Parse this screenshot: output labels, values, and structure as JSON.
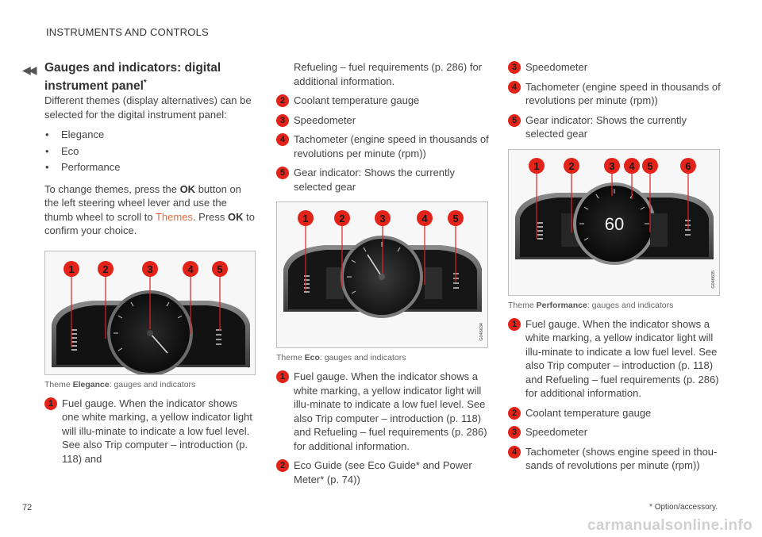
{
  "header": {
    "section": "INSTRUMENTS AND CONTROLS",
    "back_mark": "◀◀"
  },
  "col1": {
    "title": "Gauges and indicators: digital instrument panel",
    "title_mark": "*",
    "intro": "Different themes (display alternatives) can be selected for the digital instrument panel:",
    "themes": [
      "Elegance",
      "Eco",
      "Performance"
    ],
    "bullet_glyph": "•",
    "instr_1": "To change themes, press the",
    "instr_ok1": "OK",
    "instr_2": "button on the left steering wheel lever and use the thumb wheel to scroll to",
    "instr_themes": "Themes",
    "instr_3": ". Press",
    "instr_ok2": "OK",
    "instr_4": "to confirm your choice.",
    "figure": {
      "badges": [
        "1",
        "2",
        "3",
        "4",
        "5"
      ],
      "id": "G046633"
    },
    "caption_prefix": "Theme",
    "caption_name": "Elegance",
    "caption_suffix": ": gauges and indicators",
    "items": [
      {
        "num": "1",
        "text": "Fuel gauge. When the indicator shows one white marking, a yellow indicator light will illu-minate to indicate a low fuel level. See also Trip computer – introduction (p. 118) and"
      }
    ]
  },
  "col2": {
    "items_top": [
      {
        "num": "",
        "text": "Refueling – fuel requirements (p. 286) for additional information."
      },
      {
        "num": "2",
        "text": "Coolant temperature gauge"
      },
      {
        "num": "3",
        "text": "Speedometer"
      },
      {
        "num": "4",
        "text": "Tachometer (engine speed in thousands of revolutions per minute (rpm))"
      },
      {
        "num": "5",
        "text": "Gear indicator: Shows the currently selected gear"
      }
    ],
    "figure": {
      "badges": [
        "1",
        "2",
        "3",
        "4",
        "5"
      ],
      "id": "G046634"
    },
    "caption_prefix": "Theme",
    "caption_name": "Eco",
    "caption_suffix": ": gauges and indicators",
    "items_bottom": [
      {
        "num": "1",
        "text": "Fuel gauge. When the indicator shows a white marking, a yellow indicator light will illu-minate to indicate a low fuel level. See also Trip computer – introduction (p. 118) and Refueling – fuel requirements (p. 286) for additional information."
      },
      {
        "num": "2",
        "text": "Eco Guide (see Eco Guide* and Power Meter* (p. 74))"
      }
    ]
  },
  "col3": {
    "items_top": [
      {
        "num": "3",
        "text": "Speedometer"
      },
      {
        "num": "4",
        "text": "Tachometer (engine speed in thousands of revolutions per minute (rpm))"
      },
      {
        "num": "5",
        "text": "Gear indicator: Shows the currently selected gear"
      }
    ],
    "figure": {
      "badges": [
        "1",
        "2",
        "3",
        "4",
        "5",
        "6"
      ],
      "id": "G046635",
      "speed": "60"
    },
    "caption_prefix": "Theme",
    "caption_name": "Performance",
    "caption_suffix": ": gauges and indicators",
    "items_bottom": [
      {
        "num": "1",
        "text": "Fuel gauge. When the indicator shows a white marking, a yellow indicator light will illu-minate to indicate a low fuel level. See also Trip computer – introduction (p. 118) and Refueling – fuel requirements (p. 286) for additional information."
      },
      {
        "num": "2",
        "text": "Coolant temperature gauge"
      },
      {
        "num": "3",
        "text": "Speedometer"
      },
      {
        "num": "4",
        "text": "Tachometer (shows engine speed in thou-sands of revolutions per minute (rpm))"
      }
    ]
  },
  "footer": {
    "page_number": "72",
    "footnote": "* Option/accessory.",
    "watermark": "carmanualsonline.info"
  },
  "colors": {
    "badge": "#e2231a",
    "badge_text": "#1a1a1a"
  }
}
